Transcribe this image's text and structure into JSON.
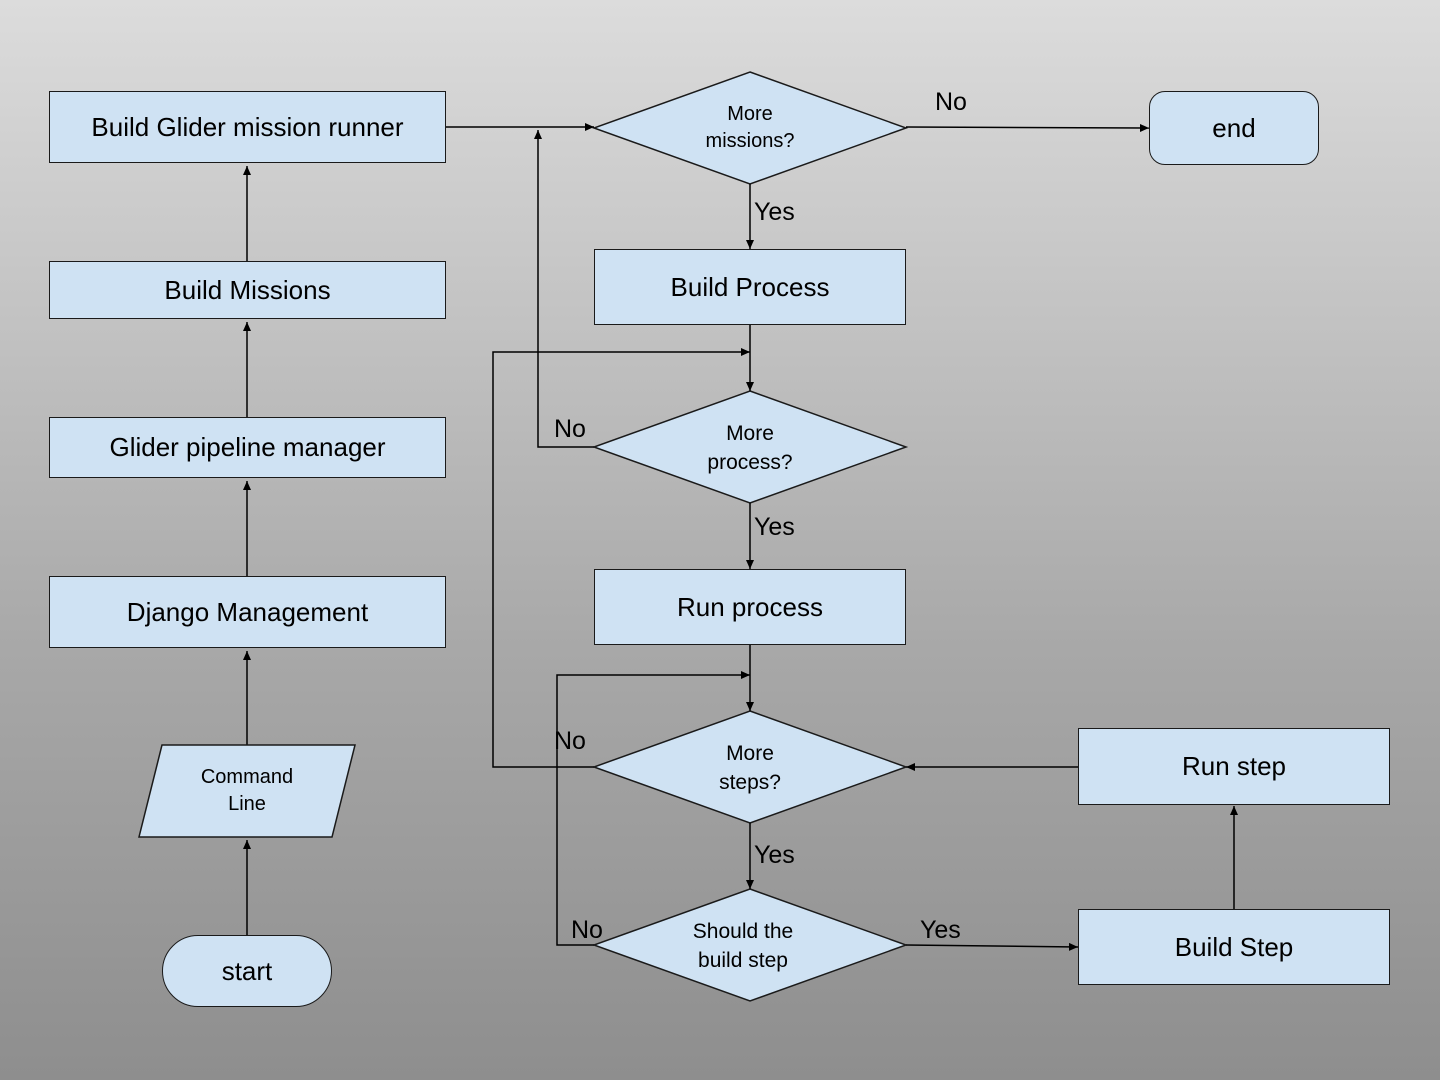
{
  "nodes": {
    "build_glider_runner": "Build Glider mission runner",
    "build_missions": "Build Missions",
    "glider_pipeline_manager": "Glider pipeline manager",
    "django_management": "Django Management",
    "command_line": "Command\nLine",
    "start": "start",
    "more_missions": "More\nmissions?",
    "end": "end",
    "build_process": "Build Process",
    "more_process": "More\nprocess?",
    "run_process": "Run process",
    "more_steps": "More\nsteps?",
    "should_build_step": "Should the\nbuild step",
    "run_step": "Run step",
    "build_step": "Build Step"
  },
  "edge_labels": {
    "missions_no": "No",
    "missions_yes": "Yes",
    "process_no": "No",
    "process_yes": "Yes",
    "steps_no": "No",
    "steps_yes": "Yes",
    "should_no": "No",
    "should_yes": "Yes"
  },
  "colors": {
    "node_fill": "#cfe2f3",
    "stroke": "#1a1a1a"
  }
}
